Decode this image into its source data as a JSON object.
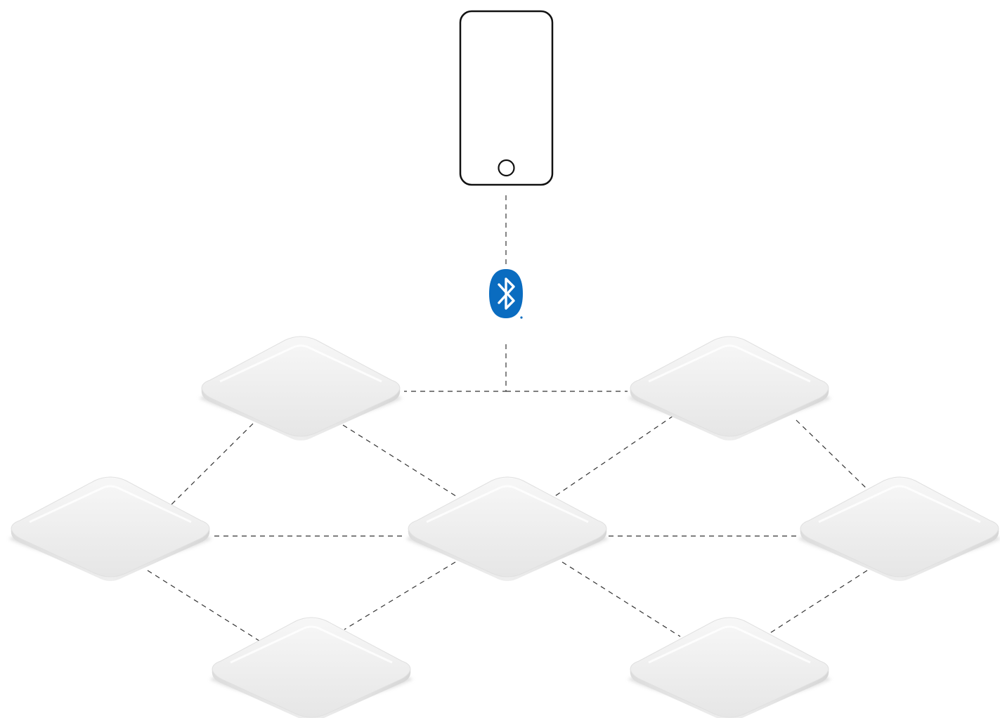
{
  "diagram": {
    "nodes": [
      {
        "id": "phone",
        "kind": "smartphone",
        "icon": "smartphone-icon"
      },
      {
        "id": "bt",
        "kind": "bluetooth-badge",
        "icon": "bluetooth-icon",
        "color": "#0a6cc0"
      },
      {
        "id": "lamp-1",
        "kind": "ceiling-light",
        "icon": "ceiling-light-icon"
      },
      {
        "id": "lamp-2",
        "kind": "ceiling-light",
        "icon": "ceiling-light-icon"
      },
      {
        "id": "lamp-3",
        "kind": "ceiling-light",
        "icon": "ceiling-light-icon"
      },
      {
        "id": "lamp-4",
        "kind": "ceiling-light",
        "icon": "ceiling-light-icon"
      },
      {
        "id": "lamp-5",
        "kind": "ceiling-light",
        "icon": "ceiling-light-icon"
      },
      {
        "id": "lamp-6",
        "kind": "ceiling-light",
        "icon": "ceiling-light-icon"
      },
      {
        "id": "lamp-7",
        "kind": "ceiling-light",
        "icon": "ceiling-light-icon"
      }
    ],
    "links": [
      {
        "from": "phone",
        "to": "bt"
      },
      {
        "from": "bt",
        "to": "lamp-1"
      },
      {
        "from": "bt",
        "to": "lamp-2"
      },
      {
        "from": "lamp-1",
        "to": "lamp-3"
      },
      {
        "from": "lamp-1",
        "to": "lamp-4"
      },
      {
        "from": "lamp-2",
        "to": "lamp-4"
      },
      {
        "from": "lamp-2",
        "to": "lamp-5"
      },
      {
        "from": "lamp-3",
        "to": "lamp-4"
      },
      {
        "from": "lamp-4",
        "to": "lamp-5"
      },
      {
        "from": "lamp-3",
        "to": "lamp-6"
      },
      {
        "from": "lamp-4",
        "to": "lamp-6"
      },
      {
        "from": "lamp-4",
        "to": "lamp-7"
      },
      {
        "from": "lamp-5",
        "to": "lamp-7"
      }
    ],
    "link_style": "dashed",
    "link_color": "#333333",
    "lamp_color": "#ececec"
  }
}
